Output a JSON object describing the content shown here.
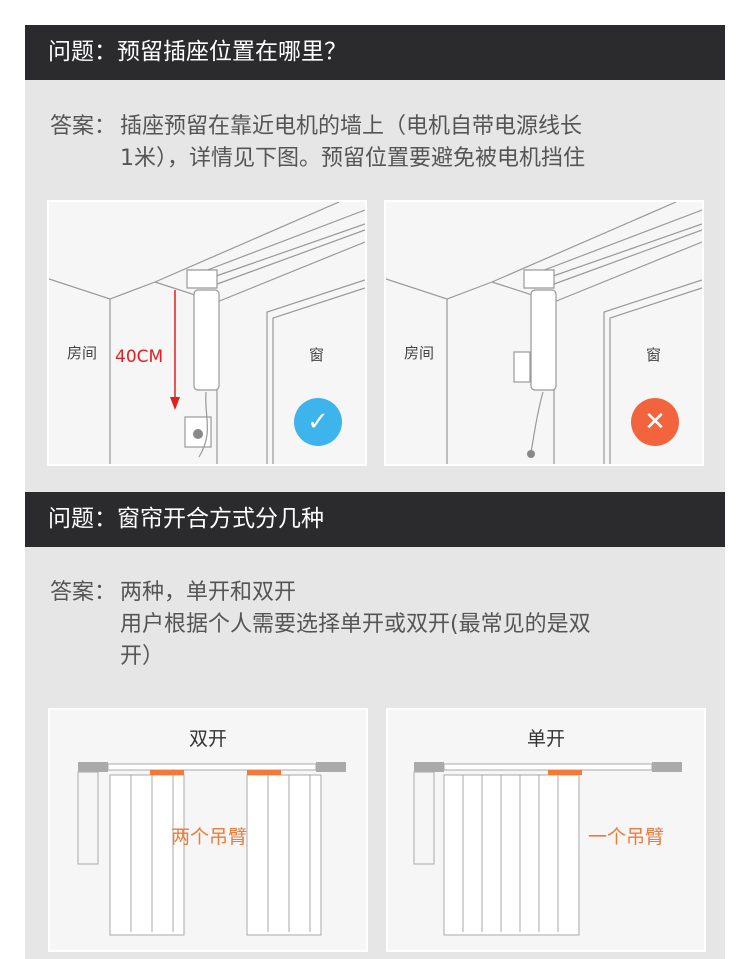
{
  "q1": {
    "question": "问题：预留插座位置在哪里？",
    "answer_prefix": "答案：",
    "answer_line1": "插座预留在靠近电机的墙上（电机自带电源线长",
    "answer_line2": "1米），详情见下图。预留位置要避免被电机挡住",
    "images": [
      {
        "room": "房间",
        "window": "窗",
        "measure": "40CM",
        "verdict_icon": "check-icon",
        "color": "#3db4ec"
      },
      {
        "room": "房间",
        "window": "窗",
        "verdict_icon": "cross-icon",
        "color": "#f2643e"
      }
    ]
  },
  "q2": {
    "question": "问题：窗帘开合方式分几种",
    "answer_prefix": "答案：",
    "answer_line1": "两种，单开和双开",
    "answer_line2": "用户根据个人需要选择单开或双开(最常见的是双",
    "answer_line3": "开）",
    "images": [
      {
        "title": "双开",
        "note": "两个吊臂"
      },
      {
        "title": "单开",
        "note": "一个吊臂"
      }
    ]
  },
  "colors": {
    "accent_orange": "#f07a3a",
    "measure_red": "#e02020",
    "header_bg": "#2b2b2d"
  }
}
